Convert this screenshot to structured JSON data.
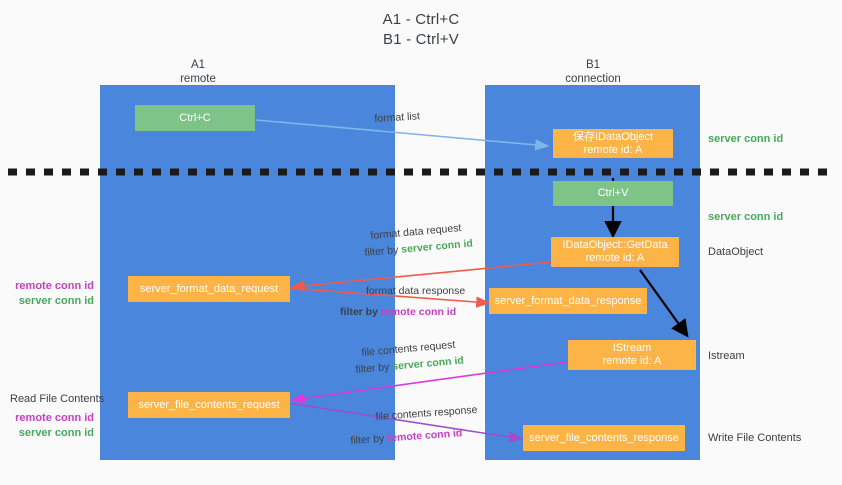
{
  "title": {
    "line1": "A1 - Ctrl+C",
    "line2": "B1 - Ctrl+V"
  },
  "columns": [
    {
      "name": "A1",
      "subtitle": "remote"
    },
    {
      "name": "B1",
      "subtitle": "connection"
    }
  ],
  "colors": {
    "lane": "#4a86db",
    "green_box": "#7ec489",
    "orange_box": "#fbb445",
    "background": "#fafafa",
    "server_conn_id": "#49a85c",
    "remote_conn_id": "#c640c6",
    "arrow_blue": "#7eb6e8",
    "arrow_red": "#f05a4a",
    "arrow_magenta": "#d93ad9",
    "arrow_purple": "#9b4fc8",
    "arrow_black": "#000000",
    "divider": "#1a1a1a"
  },
  "nodes": {
    "ctrl_c": {
      "label": "Ctrl+C"
    },
    "save_idataobject": {
      "line1": "保存IDataObject",
      "line2": "remote id: A"
    },
    "ctrl_v": {
      "label": "Ctrl+V"
    },
    "getdata": {
      "line1": "IDataObject::GetData",
      "line2": "remote id: A"
    },
    "istream": {
      "line1": "IStream",
      "line2": "remote id: A"
    },
    "server_format_data_request": {
      "label": "server_format_data_request"
    },
    "server_format_data_response": {
      "label": "server_format_data_response"
    },
    "server_file_contents_request": {
      "label": "server_file_contents_request"
    },
    "server_file_contents_response": {
      "label": "server_file_contents_response"
    }
  },
  "annotations": {
    "format_list": "format list",
    "format_data_request": "format data request",
    "format_data_request_filter_prefix": "filter by ",
    "format_data_request_filter_key": "server conn id",
    "format_data_response": "format data response",
    "format_data_response_filter_prefix": "filter by ",
    "format_data_response_filter_key": "remote conn id",
    "file_contents_request": "file contents request",
    "file_contents_request_filter_prefix": "filter by ",
    "file_contents_request_filter_key": "server conn id",
    "file_contents_response": "file contents response",
    "file_contents_response_filter_prefix": "filter by ",
    "file_contents_response_filter_key": "remote conn id"
  },
  "right_labels": {
    "server_conn_id_top": "server conn id",
    "server_conn_id_mid": "server conn id",
    "dataobject": "DataObject",
    "istream": "Istream",
    "write_file_contents": "Write File Contents"
  },
  "left_labels": {
    "remote_conn_id_1": "remote conn id",
    "server_conn_id_1": "server conn id",
    "read_file_contents": "Read File Contents",
    "remote_conn_id_2": "remote conn id",
    "server_conn_id_2": "server conn id"
  }
}
